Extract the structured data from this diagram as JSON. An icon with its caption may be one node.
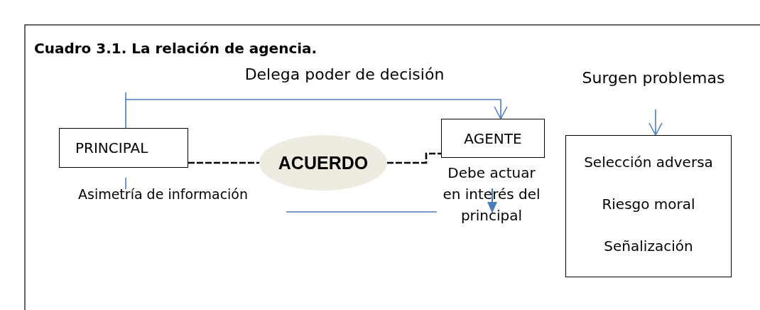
{
  "diagram": {
    "title": "Cuadro 3.1. La relación de agencia.",
    "nodes": [
      {
        "text": [
          "PRINCIPAL"
        ]
      },
      {
        "text": [
          "ACUERDO"
        ]
      },
      {
        "text": [
          "AGENTE"
        ]
      },
      {
        "text": [
          "Surgen problemas"
        ]
      },
      {
        "text": [
          "Selección adversa",
          "Riesgo moral",
          "Señalización"
        ]
      }
    ],
    "edges": [
      {
        "from": 0,
        "to": 2,
        "arrow": "to",
        "label": "Delega poder de decisión"
      },
      {
        "from": 0,
        "to": 1,
        "arrow": "none",
        "style": "dashed",
        "color": "#000000"
      },
      {
        "from": 1,
        "to": 2,
        "arrow": "none",
        "style": "dashed",
        "color": "#000000"
      },
      {
        "from": 3,
        "to": 4,
        "arrow": "to"
      }
    ],
    "labels": [
      "Asimetría de información",
      "Debe actuar en interés del principal"
    ]
  }
}
